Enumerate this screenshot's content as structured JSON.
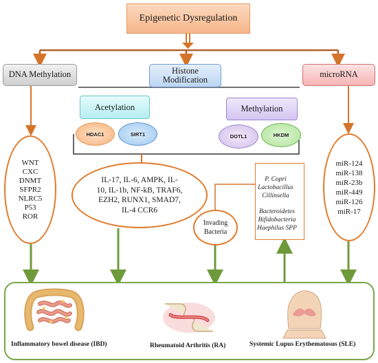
{
  "title": "Epigenetic Dysregulation",
  "categories": {
    "dna": "DNA Methylation",
    "histone": [
      "Histone",
      "Modification"
    ],
    "mirna": "microRNA"
  },
  "histone_sub": {
    "acetylation": "Acetylation",
    "methylation": "Methylation",
    "hdac1": "HDAC1",
    "sirt1": "SIRT1",
    "dotl1": "DOTL1",
    "hkdm": "HKDM"
  },
  "dna_genes": [
    "WNT",
    "CXC",
    "DNMT",
    "SFPR2",
    "NLRC5",
    "P53",
    "ROR"
  ],
  "histone_genes": [
    "IL-17, IL-6, AMPK, IL-",
    "10, IL-1b, NF-kB, TRAF6,",
    "EZH2, RUNX1, SMAD7,",
    "IL-4 CCR6"
  ],
  "invading_bacteria": [
    "Invading",
    "Bacteria"
  ],
  "bacteria_up": [
    "P. Copri",
    "Lactobacillus",
    "Cillinsella"
  ],
  "bacteria_down": [
    "Bacteroidetes",
    "Bifidobacteria",
    "Haephilus SPP"
  ],
  "mirnas": [
    "miR-124",
    "miR-138",
    "miR-23b",
    "miR-449",
    "miR-126",
    "miR-17"
  ],
  "diseases": {
    "ibd": "Inflammatory bowel disease (IBD)",
    "ra": "Rheumatoid Arthritis (RA)",
    "sle": "Systemic Lupus Erythematosus (SLE)"
  },
  "colors": {
    "orange_connector": "#d4742a",
    "green_arrow": "#6f9a3c",
    "bottom_border": "#7aa648"
  },
  "icons": [
    "intestine-icon",
    "joint-icon",
    "face-rash-icon"
  ]
}
